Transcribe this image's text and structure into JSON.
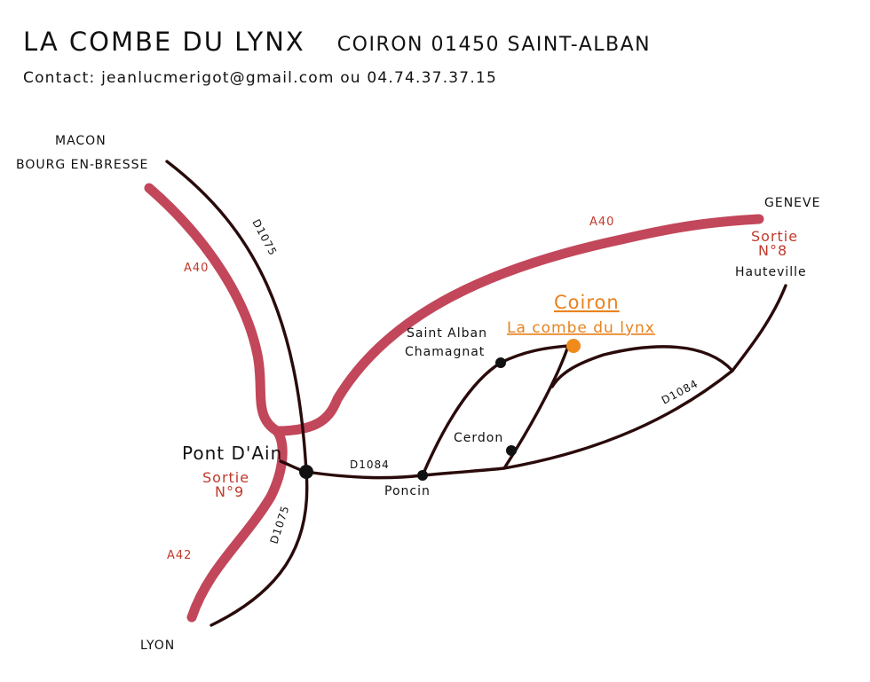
{
  "header": {
    "title": "LA COMBE DU LYNX",
    "address": "COIRON 01450 SAINT-ALBAN",
    "contact": "Contact: jeanlucmerigot@gmail.com ou 04.74.37.37.15"
  },
  "colors": {
    "motorway": "#c2475a",
    "road": "#2a0a0a",
    "node": "#111111",
    "destination": "#f08a1c",
    "exit_label": "#c0392b"
  },
  "places": {
    "macon": "MACON",
    "bourg": "BOURG EN-BRESSE",
    "geneve": "GENEVE",
    "hauteville": "Hauteville",
    "lyon": "LYON",
    "pont_dain": "Pont D'Ain",
    "saint_alban": "Saint Alban",
    "chamagnat": "Chamagnat",
    "cerdon": "Cerdon",
    "poncin": "Poncin"
  },
  "destination": {
    "name": "Coiron",
    "subtitle": "La combe du lynx"
  },
  "roads": {
    "a40_west": "A40",
    "a40_east": "A40",
    "a42": "A42",
    "d1075_north": "D1075",
    "d1075_south": "D1075",
    "d1084_west": "D1084",
    "d1084_east": "D1084"
  },
  "exits": {
    "sortie8_word": "Sortie",
    "sortie8_num": "N°8",
    "sortie9_word": "Sortie",
    "sortie9_num": "N°9"
  }
}
